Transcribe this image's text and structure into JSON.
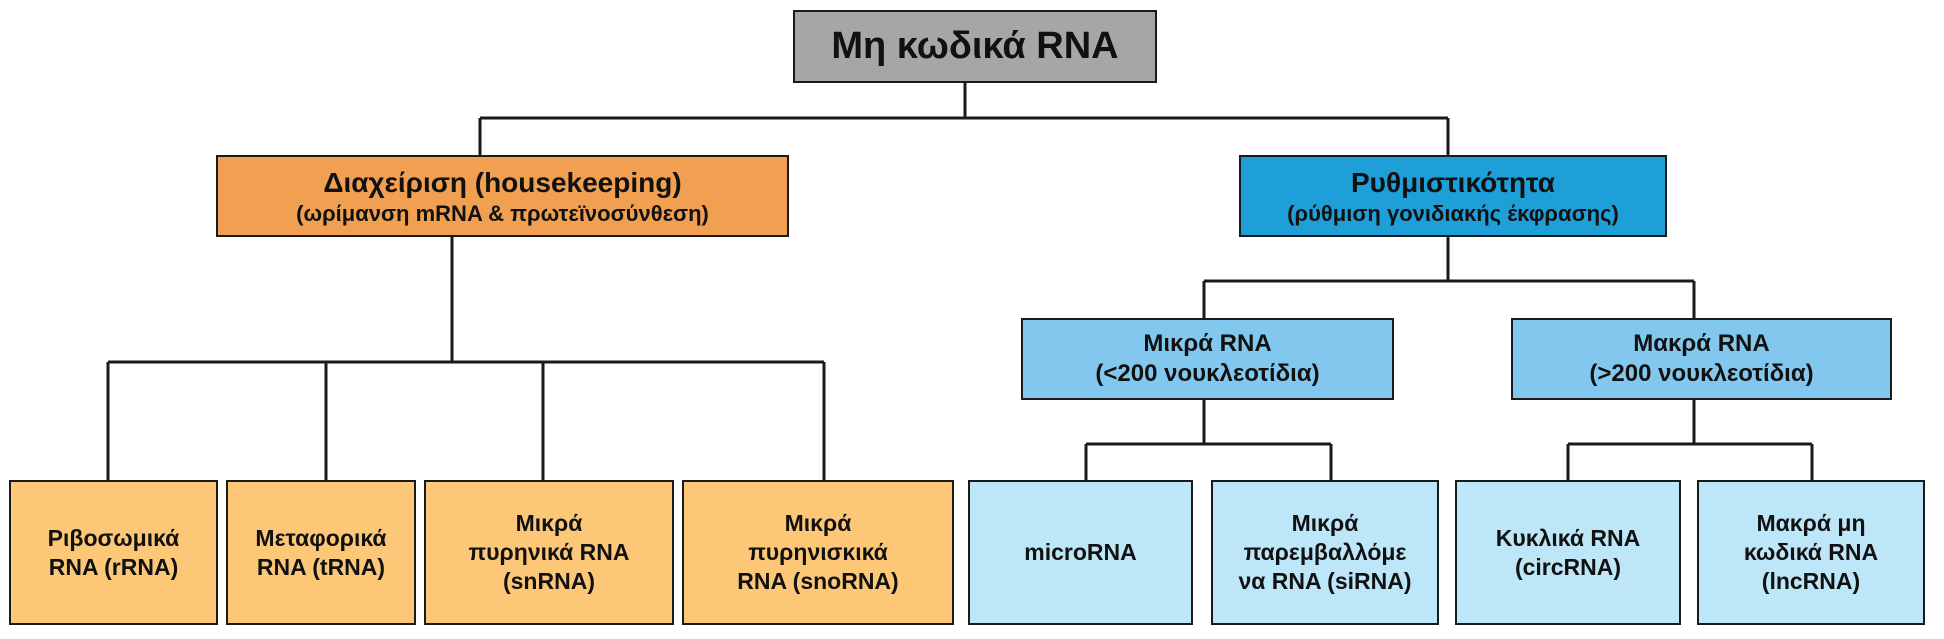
{
  "root": {
    "label": "Μη κωδικά RNA"
  },
  "housekeeping": {
    "title": "Διαχείριση (housekeeping)",
    "subtitle": "(ωρίμανση mRNA & πρωτεϊνοσύνθεση)"
  },
  "regulatory": {
    "title": "Ρυθμιστικότητα",
    "subtitle": "(ρύθμιση γονιδιακής έκφρασης)"
  },
  "small_rna": {
    "title": "Μικρά RNA",
    "subtitle": "(<200 νουκλεοτίδια)"
  },
  "long_rna": {
    "title": "Μακρά RNA",
    "subtitle": "(>200 νουκλεοτίδια)"
  },
  "leaves": {
    "rrna": "Ριβοσωμικά\nRNA (rRNA)",
    "trna": "Μεταφορικά\nRNA (tRNA)",
    "snrna": "Μικρά\nπυρηνικά RNA\n(snRNA)",
    "snorna": "Μικρά\nπυρηνισκικά\nRNA (snoRNA)",
    "microrna": "microRNA",
    "sirna": "Μικρά\nπαρεμβαλλόμε\nνα RNA (siRNA)",
    "circrna": "Κυκλικά RNA\n(circRNA)",
    "lncrna": "Μακρά μη\nκωδικά RNA\n(lncRNA)"
  },
  "colors": {
    "root": "#a6a6a8",
    "housekeeping": "#f0a050",
    "housekeeping_leaf": "#fcc878",
    "regulatory": "#1e9fd8",
    "size_class": "#82c8ee",
    "regulatory_leaf": "#bde6f8",
    "line": "#1a1a1a"
  }
}
